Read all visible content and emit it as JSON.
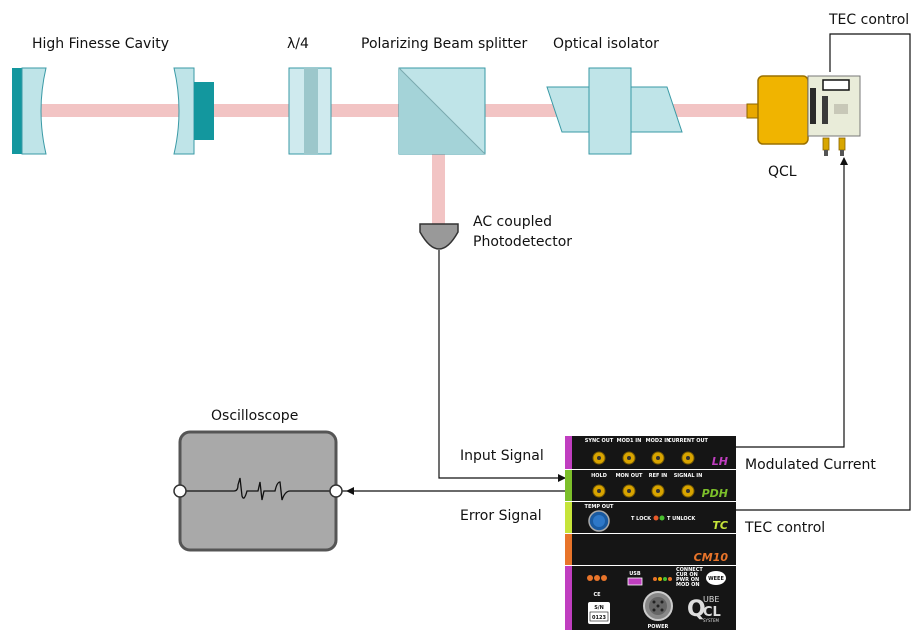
{
  "colors": {
    "beam": "#f2c4c4",
    "optic": "#bfe4e8",
    "optic_edge": "#3a9aa6",
    "mount": "#13979e",
    "scope_body": "#a9a9a9",
    "rack": "#151515",
    "lh_tag": "#c03ec0",
    "pdh_tag": "#7cbf2a",
    "tc_tag": "#c6e43a",
    "cm10_tag": "#e8742a"
  },
  "labels": {
    "cavity": "High Finesse Cavity",
    "waveplate": "λ/4",
    "pbs": "Polarizing Beam splitter",
    "isolator": "Optical isolator",
    "tec_top": "TEC control",
    "qcl": "QCL",
    "detector_line1": "AC coupled",
    "detector_line2": "Photodetector",
    "oscilloscope": "Oscilloscope",
    "input_signal": "Input Signal",
    "error_signal": "Error Signal",
    "modulated_current": "Modulated Current",
    "tec_bottom": "TEC control"
  },
  "rack": {
    "lh": {
      "tag": "LH",
      "ports": [
        "SYNC OUT",
        "MOD1 IN",
        "MOD2 IN",
        "CURRENT OUT"
      ]
    },
    "pdh": {
      "tag": "PDH",
      "ports": [
        "HOLD",
        "MON OUT",
        "REF IN",
        "SIGNAL IN"
      ]
    },
    "tc": {
      "tag": "TC",
      "port": "TEMP OUT",
      "lock_text": "T LOCK",
      "unlock_text": "T UNLOCK"
    },
    "cm10": {
      "tag": "CM10"
    },
    "base": {
      "usb": "USB",
      "ce": "CE",
      "sn_label": "S/N",
      "sn_value": "0123",
      "power": "POWER",
      "leds": [
        "CONNECT",
        "CUR ON",
        "PWR ON",
        "MOD ON"
      ],
      "brand_q": "Q",
      "brand_ube": "UBE",
      "brand_cl": "CL",
      "brand_sub": "SYSTEM",
      "sticker": "WEEE"
    }
  }
}
